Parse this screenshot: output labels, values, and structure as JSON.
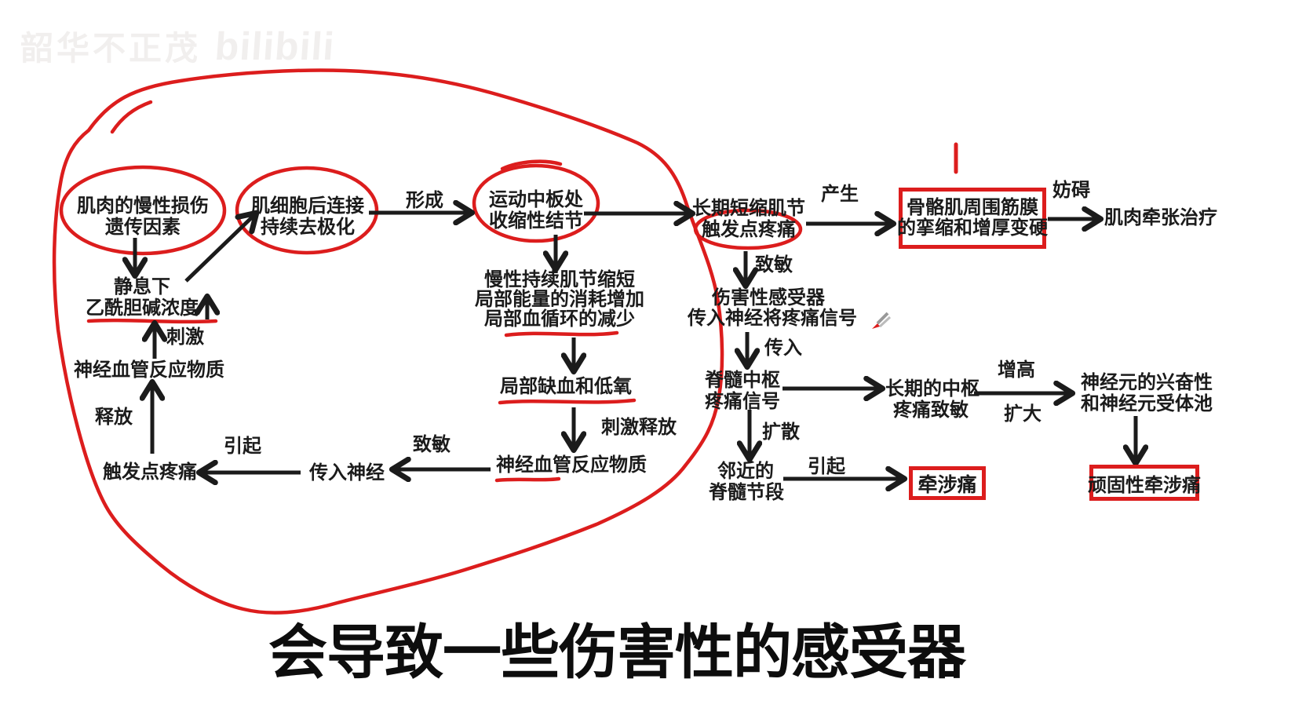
{
  "watermark": {
    "username": "韶华不正茂",
    "brand": "bilibili"
  },
  "colors": {
    "ink": "#1b1b1b",
    "annotation_red": "#dc1d1d",
    "watermark": "#f1efee"
  },
  "caption": "会导致一些伤害性的感受器",
  "nodes": {
    "muscle_injury": {
      "line1": "肌肉的慢性损伤",
      "line2": "遗传因素"
    },
    "endplate": {
      "line1": "肌细胞后连接",
      "line2": "持续去极化"
    },
    "rest_ach": {
      "line1": "静息下",
      "line2": "乙酰胆碱浓度"
    },
    "neurovascular_left": {
      "text": "神经血管反应物质"
    },
    "trigger_pain_left": {
      "text": "触发点疼痛"
    },
    "afferent_nerve": {
      "text": "传入神经"
    },
    "neurovascular_mid": {
      "text": "神经血管反应物质"
    },
    "motor_endplate": {
      "line1": "运动中板处",
      "line2": "收缩性结节"
    },
    "sarcomere": {
      "line1": "慢性持续肌节缩短",
      "line2": "局部能量的消耗增加",
      "line3": "局部血循环的减少"
    },
    "ischemia": {
      "text": "局部缺血和低氧"
    },
    "shortened_sarcomere": {
      "line1": "长期短缩肌节",
      "line2": "触发点疼痛"
    },
    "fascia_box": {
      "line1": "骨骼肌周围筋膜",
      "line2": "的挛缩和增厚变硬"
    },
    "stretch_therapy": {
      "text": "肌肉牵张治疗"
    },
    "nociceptor": {
      "line1": "伤害性感受器",
      "line2": "传入神经将疼痛信号"
    },
    "spinal_center": {
      "line1": "脊髓中枢",
      "line2": "疼痛信号"
    },
    "central_sensitization": {
      "line1": "长期的中枢",
      "line2": "疼痛致敏"
    },
    "neuron_pool": {
      "line1": "神经元的兴奋性",
      "line2": "和神经元受体池"
    },
    "adjacent_segment": {
      "line1": "邻近的",
      "line2": "脊髓节段"
    },
    "referred_pain": {
      "text": "牵涉痛"
    },
    "stubborn_referred_pain": {
      "text": "顽固性牵涉痛"
    }
  },
  "edge_labels": {
    "stimulate": "刺激",
    "release": "释放",
    "cause_left": "引起",
    "sensitize_left": "致敏",
    "form": "形成",
    "stimulate_release": "刺激释放",
    "produce": "产生",
    "hinder": "妨碍",
    "sensitize_right": "致敏",
    "transmit": "传入",
    "spread": "扩散",
    "cause_right": "引起",
    "increase": "增高",
    "expand": "扩大"
  }
}
